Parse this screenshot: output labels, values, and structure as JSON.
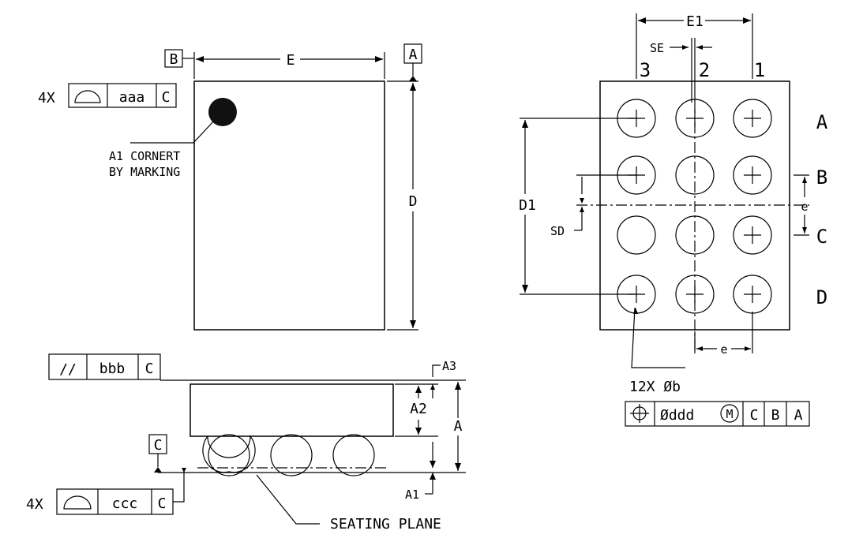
{
  "top_view": {
    "datum_b": "B",
    "datum_a": "A",
    "dim_e": "E",
    "dim_d": "D",
    "marking_note_1": "A1 CORNERT",
    "marking_note_2": "BY MARKING",
    "flatness_frame": {
      "count": "4X",
      "tolerance": "aaa",
      "datum": "C"
    }
  },
  "side_view": {
    "parallelism_frame": {
      "symbol": "//",
      "tolerance": "bbb",
      "datum": "C"
    },
    "dim_a3": "A3",
    "dim_a2": "A2",
    "dim_a": "A",
    "dim_a1": "A1",
    "datum_c": "C",
    "flatness_frame": {
      "count": "4X",
      "tolerance": "ccc",
      "datum": "C"
    },
    "seating_plane": "SEATING PLANE"
  },
  "bottom_view": {
    "dim_e1": "E1",
    "dim_se": "SE",
    "dim_d1": "D1",
    "dim_sd": "SD",
    "pitch_row": "e",
    "pitch_col": "e",
    "columns": [
      "3",
      "2",
      "1"
    ],
    "rows": [
      "A",
      "B",
      "C",
      "D"
    ],
    "ball_note": "12X  Øb",
    "position_frame": {
      "tolerance": "Øddd",
      "modifier": "M",
      "datums": [
        "C",
        "B",
        "A"
      ]
    }
  }
}
